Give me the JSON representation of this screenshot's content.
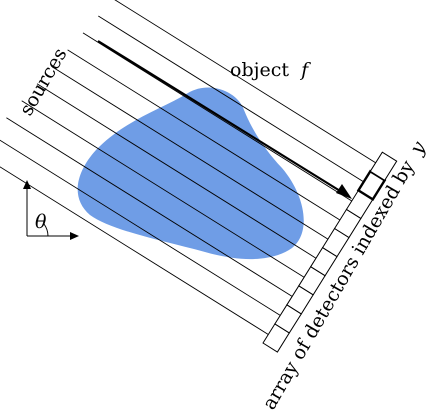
{
  "labels": {
    "sources": "sources",
    "object": "object",
    "object_symbol": "f",
    "detectors": "array of detectors indexed by",
    "detectors_symbol": "y",
    "angle_symbol": "θ"
  },
  "colors": {
    "object_fill": "#6f9de6",
    "line": "#000000",
    "background": "#ffffff"
  }
}
